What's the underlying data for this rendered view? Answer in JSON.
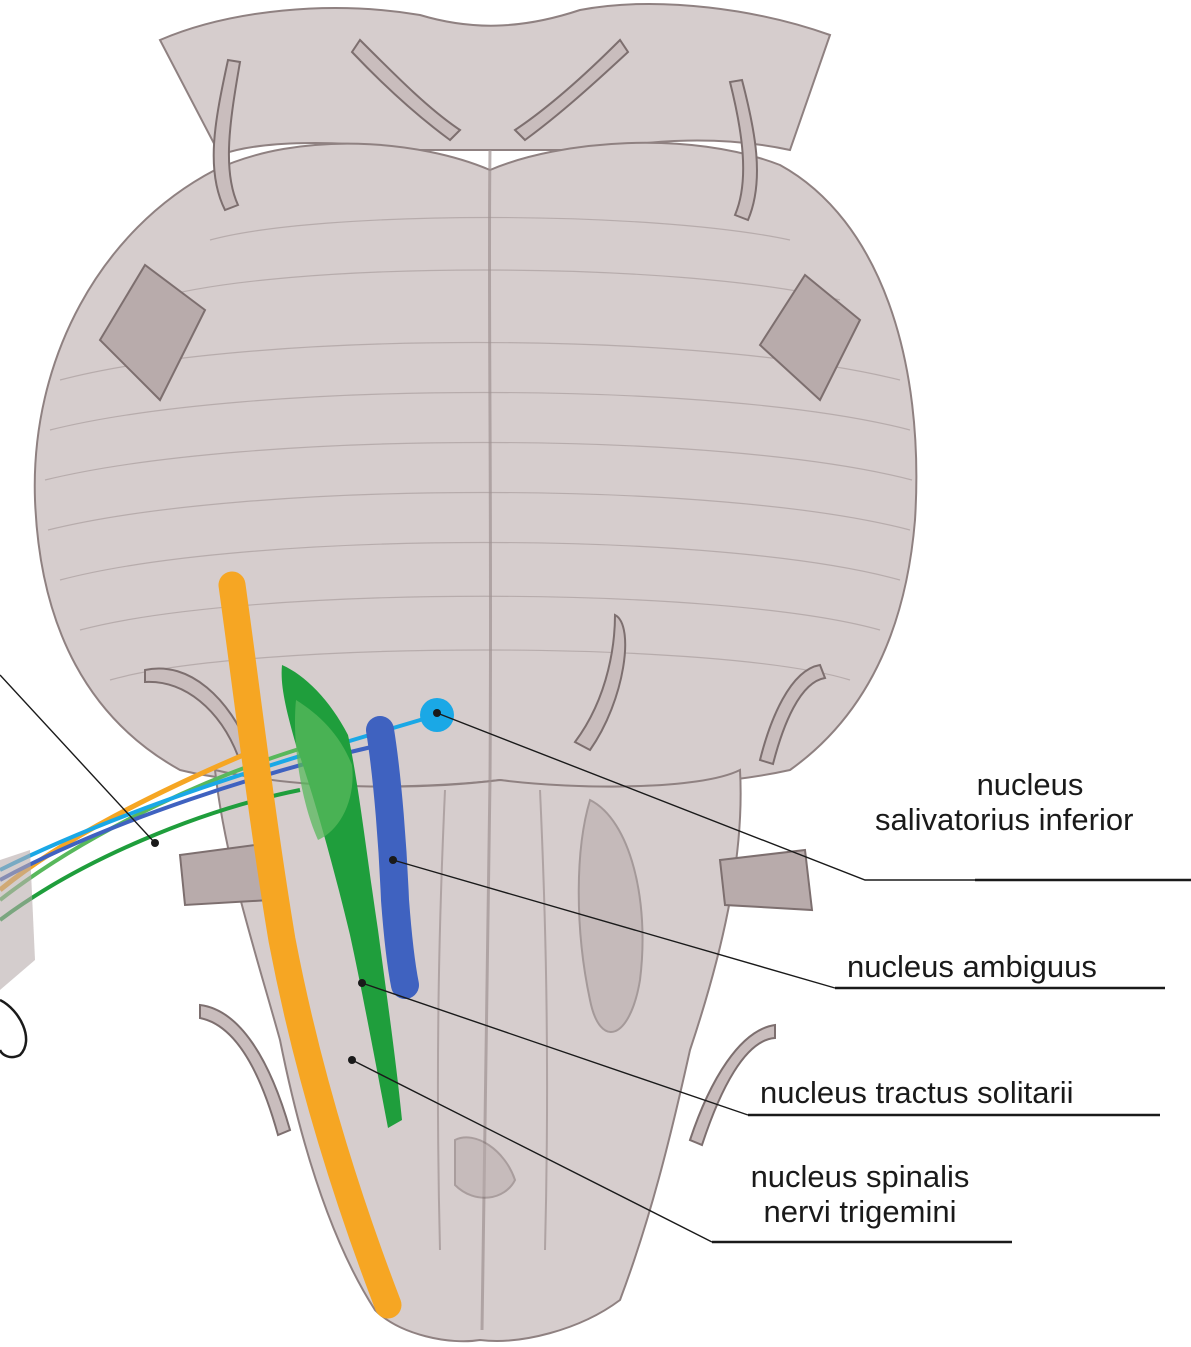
{
  "colors": {
    "background": "#ffffff",
    "tissue": "#d6cdcd",
    "tissue_shadow": "#8f8181",
    "nucleus_spinalis_nervi_trigemini": "#f6a623",
    "nucleus_tractus_solitarii": "#1f9e3c",
    "nucleus_ambiguus": "#3f62c0",
    "nucleus_salivatorius_inferior": "#1aa8e6",
    "label_text": "#1a1a1a"
  },
  "labels": {
    "salivatorius_line1": "nucleus",
    "salivatorius_line2": "salivatorius inferior",
    "ambiguus": "nucleus ambiguus",
    "tractus_solitarii": "nucleus tractus solitarii",
    "spinalis_line1": "nucleus spinalis",
    "spinalis_line2": "nervi trigemini"
  }
}
